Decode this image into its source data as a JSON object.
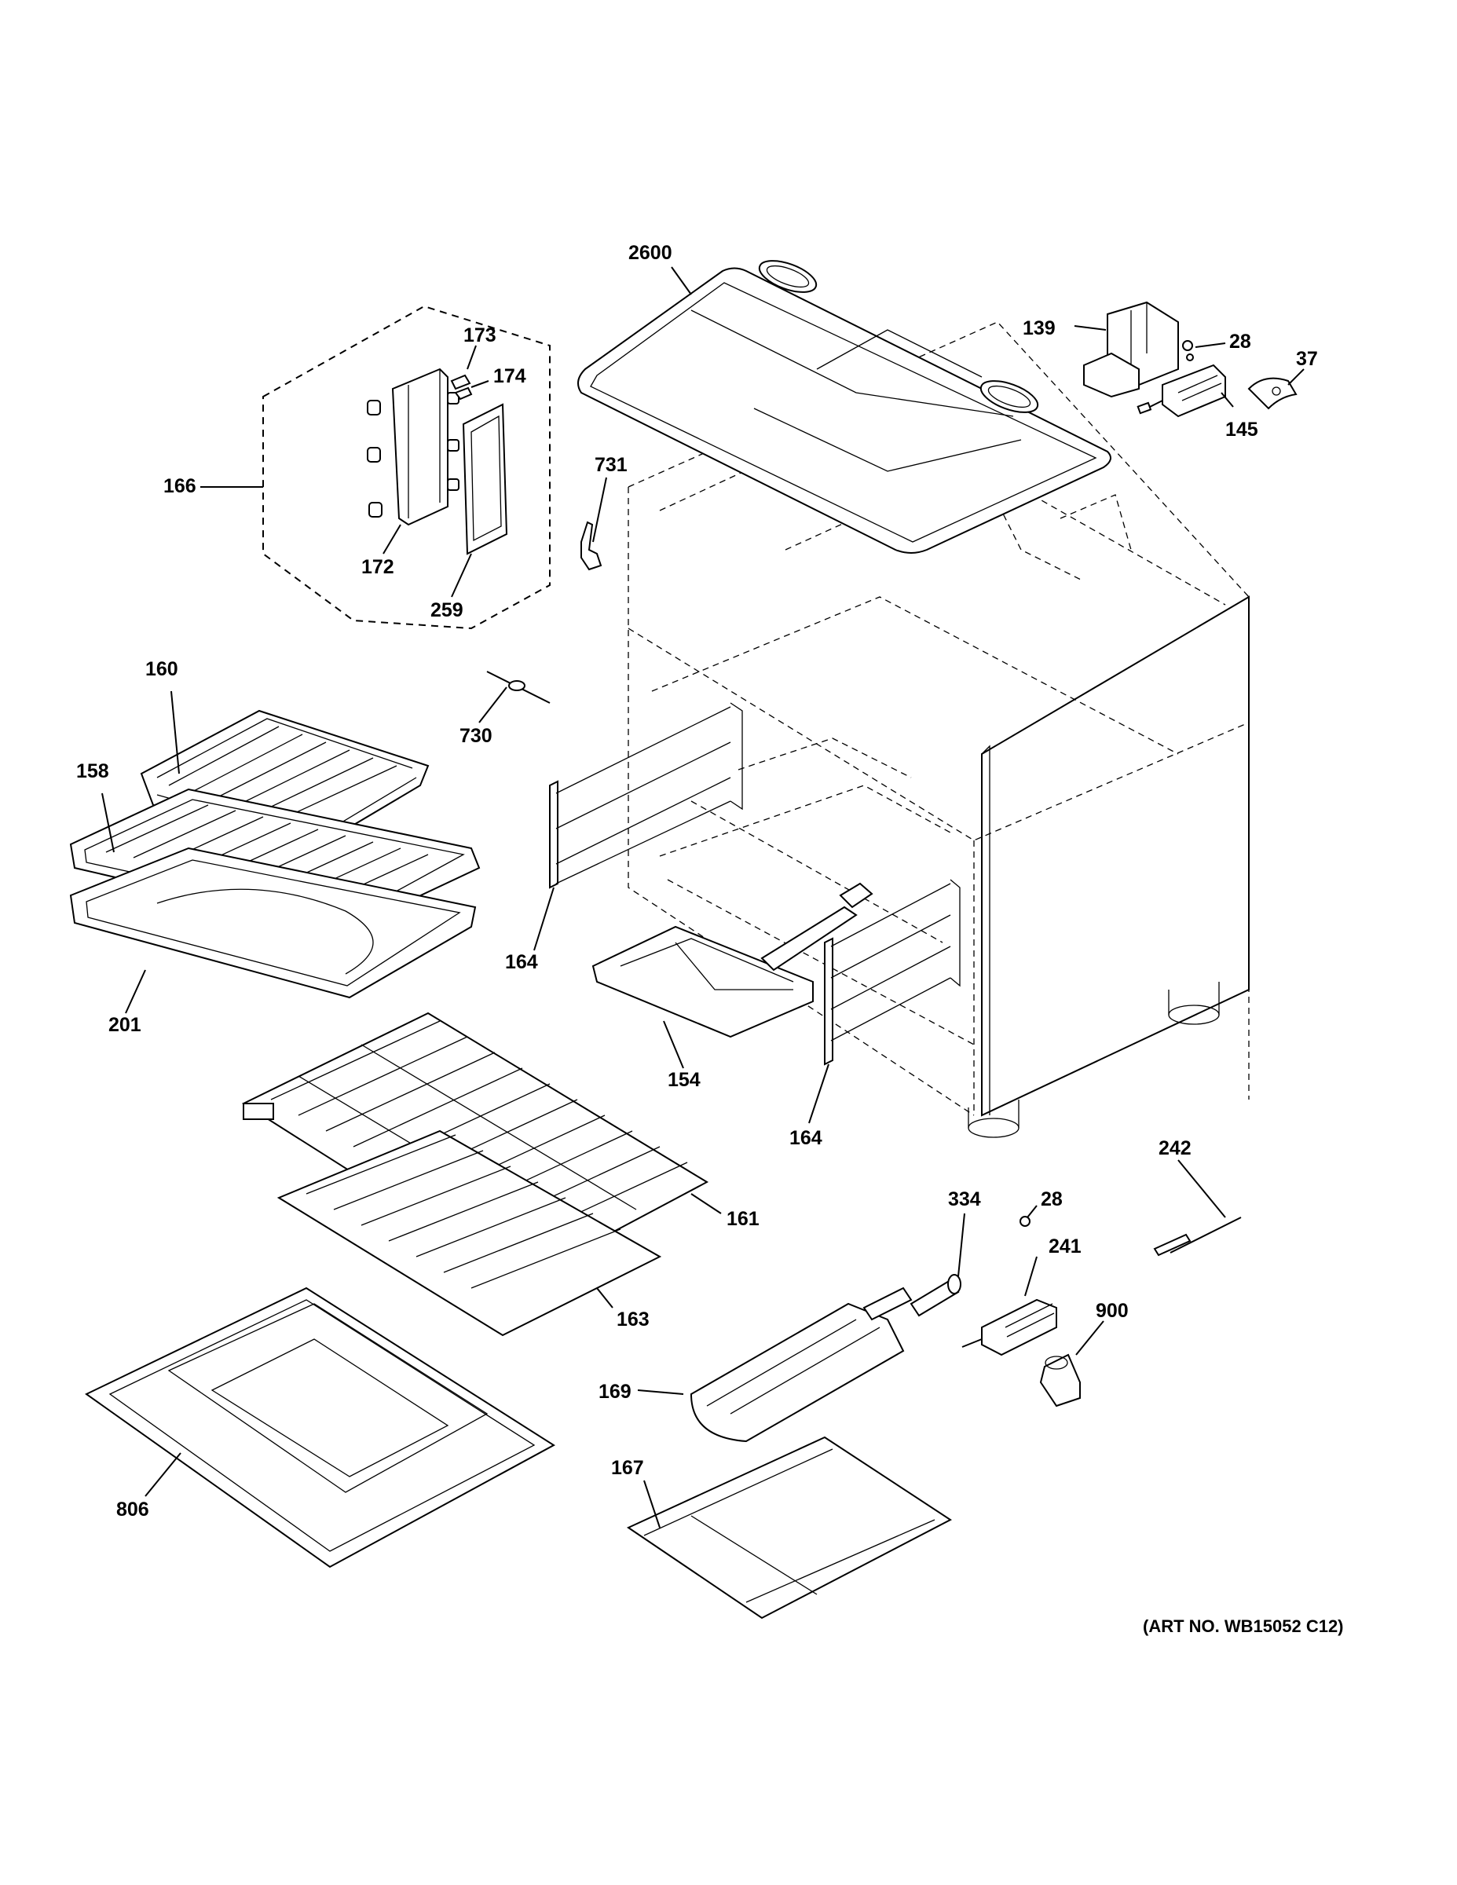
{
  "labels": {
    "l2600": "2600",
    "l139": "139",
    "l28a": "28",
    "l37": "37",
    "l145": "145",
    "l173": "173",
    "l174": "174",
    "l166": "166",
    "l172": "172",
    "l259": "259",
    "l731": "731",
    "l730": "730",
    "l160": "160",
    "l158": "158",
    "l201": "201",
    "l164a": "164",
    "l154": "154",
    "l164b": "164",
    "l161": "161",
    "l163": "163",
    "l806": "806",
    "l242": "242",
    "l334": "334",
    "l28b": "28",
    "l241": "241",
    "l900": "900",
    "l169": "169",
    "l167": "167"
  },
  "art_number": "(ART NO. WB15052 C12)"
}
